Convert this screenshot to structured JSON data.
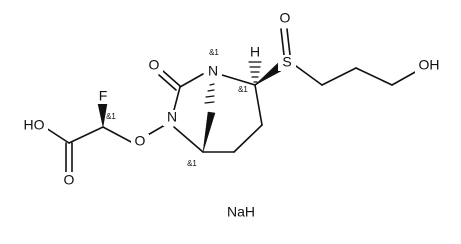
{
  "atoms": {
    "F": "F",
    "HO": "HO",
    "O_carbonyl": "O",
    "O_ether": "O",
    "N_ring": "N",
    "N_bridge": "N",
    "O_lactam": "O",
    "H_bridgehead": "H",
    "S": "S",
    "O_sulfoxide": "O",
    "OH": "OH",
    "NaH": "NaH"
  },
  "stereo": {
    "alpha": "&1",
    "bridgehead_top": "&1",
    "ring_carbon": "&1",
    "bridgehead_bottom": "&1"
  },
  "colors": {
    "ink": "#111111",
    "background": "#ffffff"
  }
}
